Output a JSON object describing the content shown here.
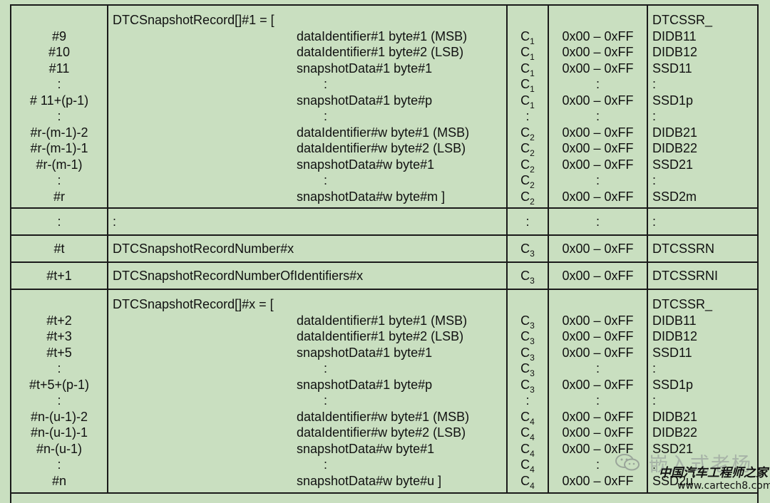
{
  "table": {
    "block1": {
      "col1": [
        "",
        "#9",
        "#10",
        "#11",
        ":",
        "# 11+(p-1)",
        ":",
        "#r-(m-1)-2",
        "#r-(m-1)-1",
        "#r-(m-1)",
        ":",
        "#r"
      ],
      "col2_header": "DTCSnapshotRecord[]#1 = [",
      "col2": [
        "dataIdentifier#1 byte#1 (MSB)",
        "dataIdentifier#1 byte#2 (LSB)",
        "snapshotData#1 byte#1",
        ":",
        "snapshotData#1 byte#p",
        ":",
        "dataIdentifier#w byte#1 (MSB)",
        "dataIdentifier#w byte#2 (LSB)",
        "snapshotData#w byte#1",
        ":",
        "snapshotData#w byte#m ]"
      ],
      "col3": [
        [
          "C",
          "1"
        ],
        [
          "C",
          "1"
        ],
        [
          "C",
          "1"
        ],
        [
          "C",
          "1"
        ],
        [
          "C",
          "1"
        ],
        [
          ":",
          ""
        ],
        [
          "C",
          "2"
        ],
        [
          "C",
          "2"
        ],
        [
          "C",
          "2"
        ],
        [
          "C",
          "2"
        ],
        [
          "C",
          "2"
        ]
      ],
      "col4": [
        "0x00 – 0xFF",
        "0x00 – 0xFF",
        "0x00 – 0xFF",
        ":",
        "0x00 – 0xFF",
        ":",
        "0x00 – 0xFF",
        "0x00 – 0xFF",
        "0x00 – 0xFF",
        ":",
        "0x00 – 0xFF"
      ],
      "col5": [
        "DTCSSR_",
        "DIDB11",
        "DIDB12",
        "SSD11",
        ":",
        "SSD1p",
        ":",
        "DIDB21",
        "DIDB22",
        "SSD21",
        ":",
        "SSD2m"
      ]
    },
    "ellipsis_row": {
      "col1": ":",
      "col2": ":",
      "col3": ":",
      "col4": ":",
      "col5": ":"
    },
    "row_t": {
      "col1": "#t",
      "col2": "DTCSnapshotRecordNumber#x",
      "col3": [
        "C",
        "3"
      ],
      "col4": "0x00 – 0xFF",
      "col5": "DTCSSRN"
    },
    "row_t1": {
      "col1": "#t+1",
      "col2": "DTCSnapshotRecordNumberOfIdentifiers#x",
      "col3": [
        "C",
        "3"
      ],
      "col4": "0x00 – 0xFF",
      "col5": "DTCSSRNI"
    },
    "block2": {
      "col1": [
        "",
        "#t+2",
        "#t+3",
        "#t+5",
        ":",
        "#t+5+(p-1)",
        ":",
        "#n-(u-1)-2",
        "#n-(u-1)-1",
        "#n-(u-1)",
        ":",
        "#n"
      ],
      "col2_header": "DTCSnapshotRecord[]#x = [",
      "col2": [
        "dataIdentifier#1 byte#1 (MSB)",
        "dataIdentifier#1 byte#2 (LSB)",
        "snapshotData#1 byte#1",
        ":",
        "snapshotData#1 byte#p",
        ":",
        "dataIdentifier#w byte#1 (MSB)",
        "dataIdentifier#w byte#2 (LSB)",
        "snapshotData#w byte#1",
        ":",
        "snapshotData#w byte#u ]"
      ],
      "col3": [
        [
          "C",
          "3"
        ],
        [
          "C",
          "3"
        ],
        [
          "C",
          "3"
        ],
        [
          "C",
          "3"
        ],
        [
          "C",
          "3"
        ],
        [
          ":",
          ""
        ],
        [
          "C",
          "4"
        ],
        [
          "C",
          "4"
        ],
        [
          "C",
          "4"
        ],
        [
          "C",
          "4"
        ],
        [
          "C",
          "4"
        ]
      ],
      "col4": [
        "0x00 – 0xFF",
        "0x00 – 0xFF",
        "0x00 – 0xFF",
        ":",
        "0x00 – 0xFF",
        ":",
        "0x00 – 0xFF",
        "0x00 – 0xFF",
        "0x00 – 0xFF",
        ":",
        "0x00 – 0xFF"
      ],
      "col5": [
        "DTCSSR_",
        "DIDB11",
        "DIDB12",
        "SSD11",
        ":",
        "SSD1p",
        ":",
        "DIDB21",
        "DIDB22",
        "SSD21",
        ":",
        "SSD2u"
      ]
    }
  },
  "watermark": {
    "text1": "嵌入式老杨",
    "text2": "中国汽车工程师之家",
    "url": "www.cartech8.com"
  }
}
